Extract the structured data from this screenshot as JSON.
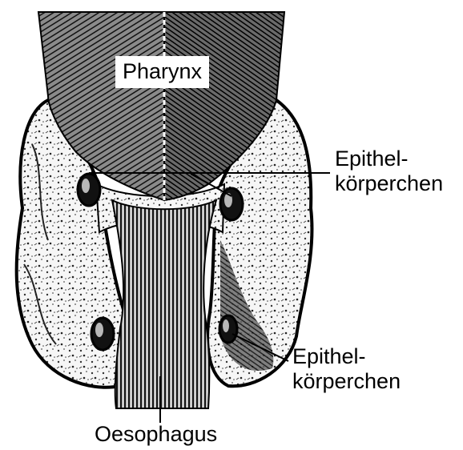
{
  "labels": {
    "pharynx": "Pharynx",
    "epithel_upper": {
      "line1": "Epithel-",
      "line2": "körperchen"
    },
    "epithel_lower": {
      "line1": "Epithel-",
      "line2": "körperchen"
    },
    "oesophagus": "Oesophagus"
  },
  "colors": {
    "ink": "#000000",
    "background": "#ffffff",
    "thyroid_tone": "#f4f4f4",
    "pharynx_left": "#585858",
    "pharynx_right": "#3c3c3c"
  }
}
